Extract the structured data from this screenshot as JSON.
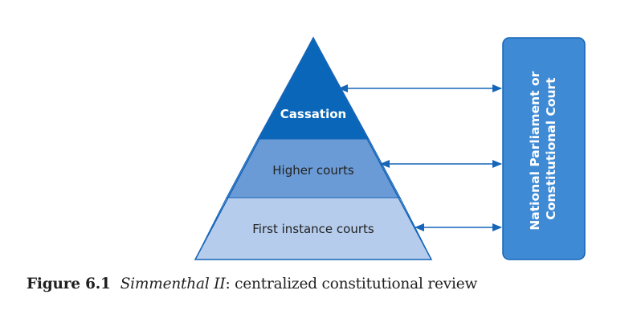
{
  "diagram": {
    "tiers": [
      {
        "label": "Cassation",
        "fill": "#0a66b8",
        "text_color": "#ffffff"
      },
      {
        "label": "Higher courts",
        "fill": "#6a9bd6",
        "text_color": "#222222"
      },
      {
        "label": "First instance courts",
        "fill": "#b5ccec",
        "text_color": "#222222"
      }
    ],
    "outline_color": "#1565b8",
    "arrow_color": "#1565b8",
    "box": {
      "lines": [
        "National Parliament or",
        "Constitutional Court"
      ],
      "fill": "#3f8ad4",
      "stroke": "#1565b8"
    },
    "connections": [
      {
        "from": "Cassation",
        "to": "box",
        "direction": "bidirectional"
      },
      {
        "from": "Higher courts",
        "to": "box",
        "direction": "bidirectional"
      },
      {
        "from": "First instance courts",
        "to": "box",
        "direction": "bidirectional"
      }
    ]
  },
  "caption": {
    "number": "Figure 6.1",
    "title_italic": "Simmenthal II",
    "title_rest": ": centralized constitutional review"
  }
}
